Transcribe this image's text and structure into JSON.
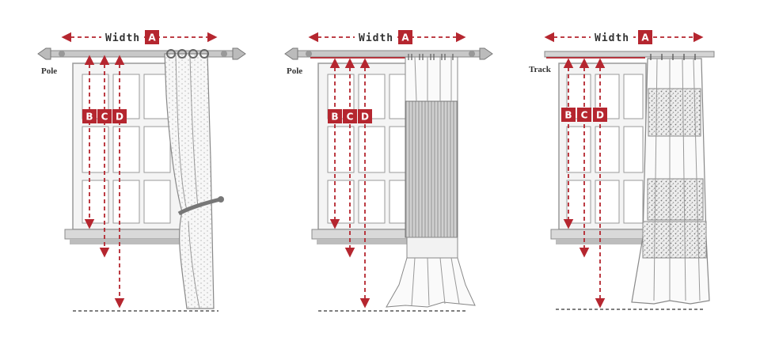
{
  "colors": {
    "accent": "#b5262f",
    "frame_fill": "#f4f4f4",
    "frame_stroke": "#9a9a9a",
    "pane": "#ffffff",
    "sill": "#d9d9d9",
    "rod": "#c8c8c8",
    "ink": "#333333",
    "fabric_dark": "#8c8c8c",
    "fabric_light": "#f7f7f7"
  },
  "panels": [
    {
      "width_word": "Width",
      "width_letter": "A",
      "side_label": "Pole",
      "letters": [
        "B",
        "C",
        "D"
      ],
      "curtain_style": "grommet-tieback-icon"
    },
    {
      "width_word": "Width",
      "width_letter": "A",
      "side_label": "Pole",
      "letters": [
        "B",
        "C",
        "D"
      ],
      "curtain_style": "pinch-pleat-striped-icon"
    },
    {
      "width_word": "Width",
      "width_letter": "A",
      "side_label": "Track",
      "letters": [
        "B",
        "C",
        "D"
      ],
      "curtain_style": "track-hook-pattern-icon"
    }
  ]
}
